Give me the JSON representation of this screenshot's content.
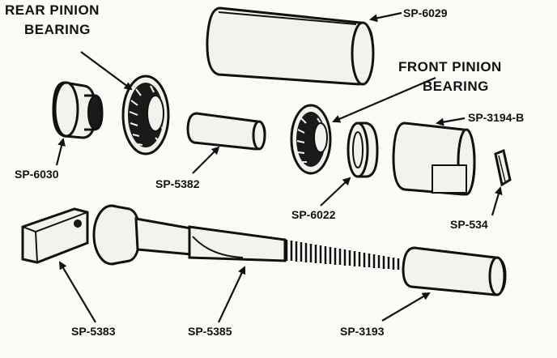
{
  "labels": {
    "rear_pinion_bearing_line1": "REAR PINION",
    "rear_pinion_bearing_line2": "BEARING",
    "front_pinion_bearing_line1": "FRONT PINION",
    "front_pinion_bearing_line2": "BEARING",
    "sp6029": "SP-6029",
    "sp3194b": "SP-3194-B",
    "sp6030": "SP-6030",
    "sp5382": "SP-5382",
    "sp6022": "SP-6022",
    "sp534": "SP-534",
    "sp5383": "SP-5383",
    "sp5385": "SP-5385",
    "sp3193": "SP-3193"
  },
  "colors": {
    "ink": "#111111",
    "paper": "#fbfbf8",
    "part_fill": "#f3f3ee"
  }
}
